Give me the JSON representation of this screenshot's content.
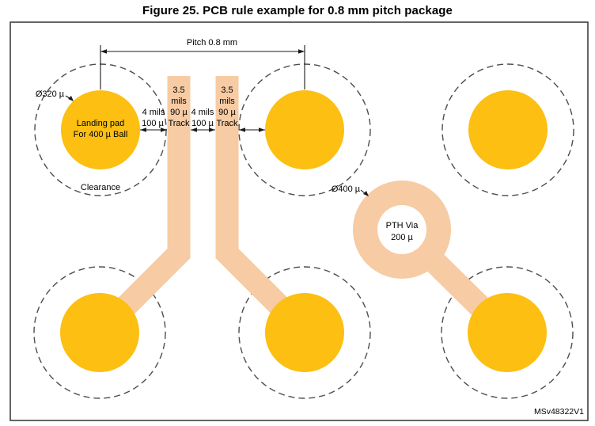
{
  "figure": {
    "title": "Figure 25. PCB rule example for 0.8 mm pitch package",
    "watermark": "MSv48322V1"
  },
  "labels": {
    "pitch": "Pitch 0.8 mm",
    "pad_diameter": "Ø320 µ",
    "landing_pad_line1": "Landing pad",
    "landing_pad_line2": "For 400 µ Ball",
    "clearance": "Clearance",
    "gap_line1": "4 mils",
    "gap_line2": "100 µ",
    "track_line1": "3.5",
    "track_line2": "mils",
    "track_line3": "90 µ",
    "track_line4": "Track",
    "via_diameter": "Ø400 µ",
    "via_line1": "PTH Via",
    "via_line2": "200 µ"
  },
  "colors": {
    "pad": "#FCBF12",
    "track": "#F7CBA3",
    "clearance_dash": "#4D4D4D",
    "dimension": "#1A1A1A",
    "border": "#333333",
    "text": "#000000"
  }
}
